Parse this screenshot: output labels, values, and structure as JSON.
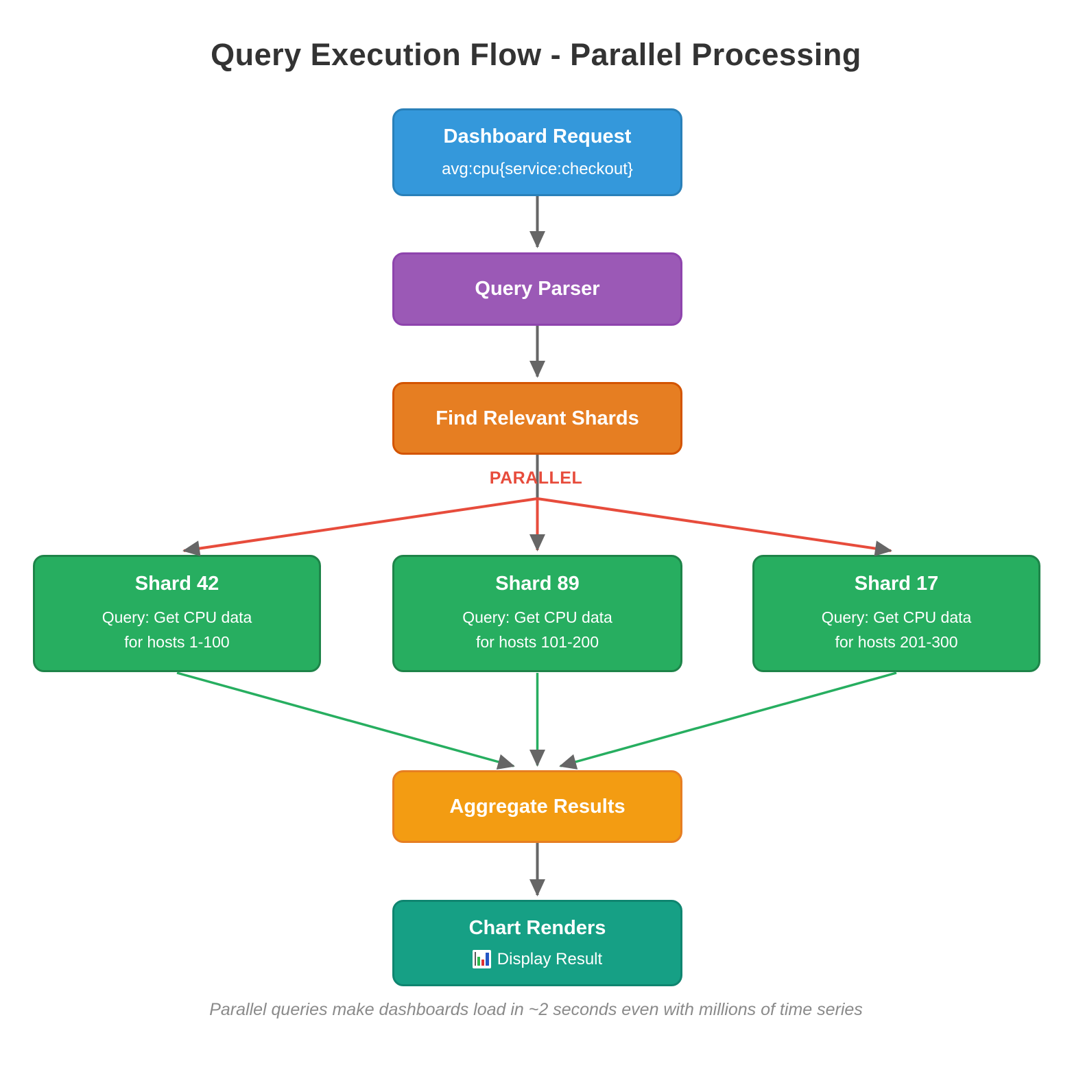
{
  "page": {
    "title": "Query Execution Flow - Parallel Processing",
    "footer": "Parallel queries make dashboards load in ~2 seconds even with millions of time series"
  },
  "labels": {
    "parallel": "PARALLEL"
  },
  "nodes": {
    "dashboard_request": {
      "title": "Dashboard Request",
      "subtitle": "avg:cpu{service:checkout}",
      "color": "#3498db"
    },
    "query_parser": {
      "title": "Query Parser",
      "color": "#9b59b6"
    },
    "find_relevant_shards": {
      "title": "Find Relevant Shards",
      "color": "#e67e22"
    },
    "shard_42": {
      "title": "Shard 42",
      "line1": "Query: Get CPU data",
      "line2": "for hosts 1-100",
      "color": "#27ae60"
    },
    "shard_89": {
      "title": "Shard 89",
      "line1": "Query: Get CPU data",
      "line2": "for hosts 101-200",
      "color": "#27ae60"
    },
    "shard_17": {
      "title": "Shard 17",
      "line1": "Query: Get CPU data",
      "line2": "for hosts 201-300",
      "color": "#27ae60"
    },
    "aggregate_results": {
      "title": "Aggregate Results",
      "color": "#f39c12"
    },
    "chart_renders": {
      "title": "Chart Renders",
      "subtitle": "Display Result",
      "icon": "bar-chart-icon",
      "color": "#16a085"
    }
  },
  "colors": {
    "arrow_gray": "#666666",
    "parallel_red": "#e74c3c",
    "fanin_green": "#27ae60",
    "title_text": "#333333",
    "footer_text": "#8a8a8a"
  }
}
